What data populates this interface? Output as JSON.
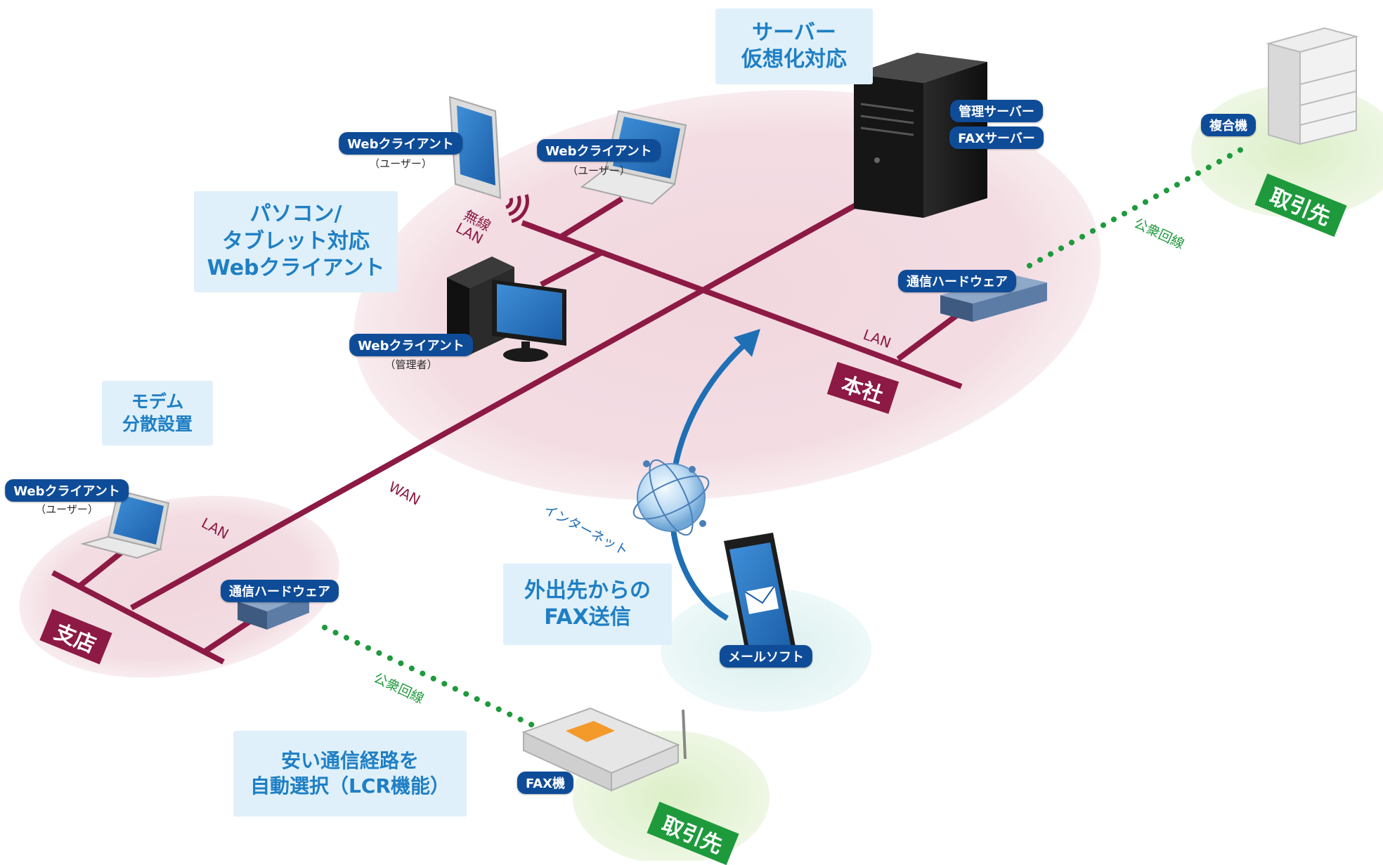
{
  "callouts": {
    "server": [
      "サーバー",
      "仮想化対応"
    ],
    "pc_tablet": [
      "パソコン/",
      "タブレット対応",
      "Webクライアント"
    ],
    "modem": [
      "モデム",
      "分散設置"
    ],
    "mobile_fax": [
      "外出先からの",
      "FAX送信"
    ],
    "lcr": [
      "安い通信経路を",
      "自動選択（LCR機能）"
    ]
  },
  "devices": {
    "tablet_client": {
      "label": "Webクライアント",
      "sub": "（ユーザー）"
    },
    "laptop_client": {
      "label": "Webクライアント",
      "sub": "（ユーザー）"
    },
    "admin_client": {
      "label": "Webクライアント",
      "sub": "（管理者）"
    },
    "branch_client": {
      "label": "Webクライアント",
      "sub": "（ユーザー）"
    },
    "mgmt_server": "管理サーバー",
    "fax_server": "FAXサーバー",
    "hq_comm": "通信ハードウェア",
    "branch_comm": "通信ハードウェア",
    "mfp": "複合機",
    "fax_machine": "FAX機",
    "mail_app": "メールソフト"
  },
  "tags": {
    "hq": "本社",
    "branch": "支店",
    "partner_top": "取引先",
    "partner_bottom": "取引先"
  },
  "line_labels": {
    "wireless": "無線",
    "wireless_lan": "LAN",
    "hq_lan": "LAN",
    "branch_lan": "LAN",
    "wan": "WAN",
    "internet": "インターネット",
    "public_top": "公衆回線",
    "public_bottom": "公衆回線"
  },
  "colors": {
    "network_line": "#8c1a44",
    "public_line": "#1e9a3c",
    "internet_arrow": "#1f6fb5",
    "zone_pink": "#f3dde3",
    "zone_green": "#e4f1d6",
    "callout_bg": "#dff0fa",
    "pill_bg": "#0f4c98"
  }
}
